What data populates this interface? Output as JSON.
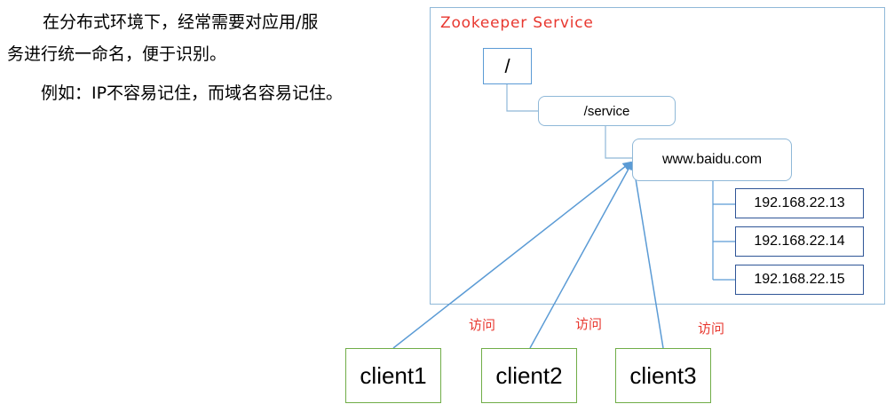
{
  "intro": {
    "line1": "在分布式环境下，经常需要对应用/服",
    "line2": "务进行统一命名，便于识别。",
    "line3": "例如：IP不容易记住，而域名容易记住。"
  },
  "service": {
    "title": "Zookeeper Service",
    "root": "/",
    "service_node": "/service",
    "domain_node": "www.baidu.com",
    "ips": [
      "192.168.22.13",
      "192.168.22.14",
      "192.168.22.15"
    ]
  },
  "clients": [
    "client1",
    "client2",
    "client3"
  ],
  "access_labels": [
    "访问",
    "访问",
    "访问"
  ],
  "colors": {
    "title_red": "#e8372f",
    "node_border_blue": "#5b9bd5",
    "ip_border_navy": "#2f5597",
    "client_border_green": "#70ad47",
    "arrow_blue": "#5b9bd5"
  }
}
